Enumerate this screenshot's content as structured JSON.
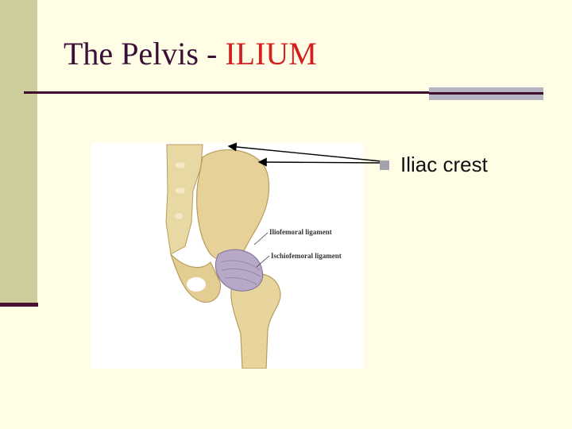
{
  "slide": {
    "title_main": "The Pelvis - ",
    "title_accent": "ILIUM",
    "bullets": [
      {
        "text": "Iliac crest"
      }
    ],
    "figure": {
      "labels": {
        "iliofemoral": "Iliofemoral ligament",
        "ischiofemoral": "Ischiofemoral ligament"
      }
    }
  },
  "colors": {
    "title": "#3a0f35",
    "title_accent": "#d21f1f",
    "background": "#fffde6",
    "sidebar": "#cdcd9c",
    "bone": "#e3cf98",
    "ligament": "#b8a8c8"
  }
}
